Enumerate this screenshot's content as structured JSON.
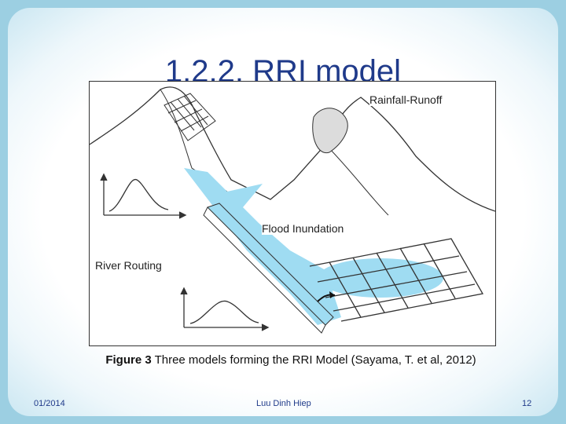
{
  "slide": {
    "title": "1.2.2. RRI model",
    "figure_labels": {
      "rainfall_runoff": "Rainfall-Runoff",
      "flood_inundation": "Flood Inundation",
      "river_routing": "River Routing"
    },
    "caption": {
      "prefix": "Figure 3",
      "text": " Three models forming the RRI Model (Sayama, T. et al, 2012)"
    },
    "footer": {
      "date": "01/2014",
      "author": "Luu Dinh Hiep",
      "page": "12"
    }
  },
  "colors": {
    "title": "#1f3a8a",
    "water": "#9fdcf2",
    "frame": "#9ccfe2"
  }
}
